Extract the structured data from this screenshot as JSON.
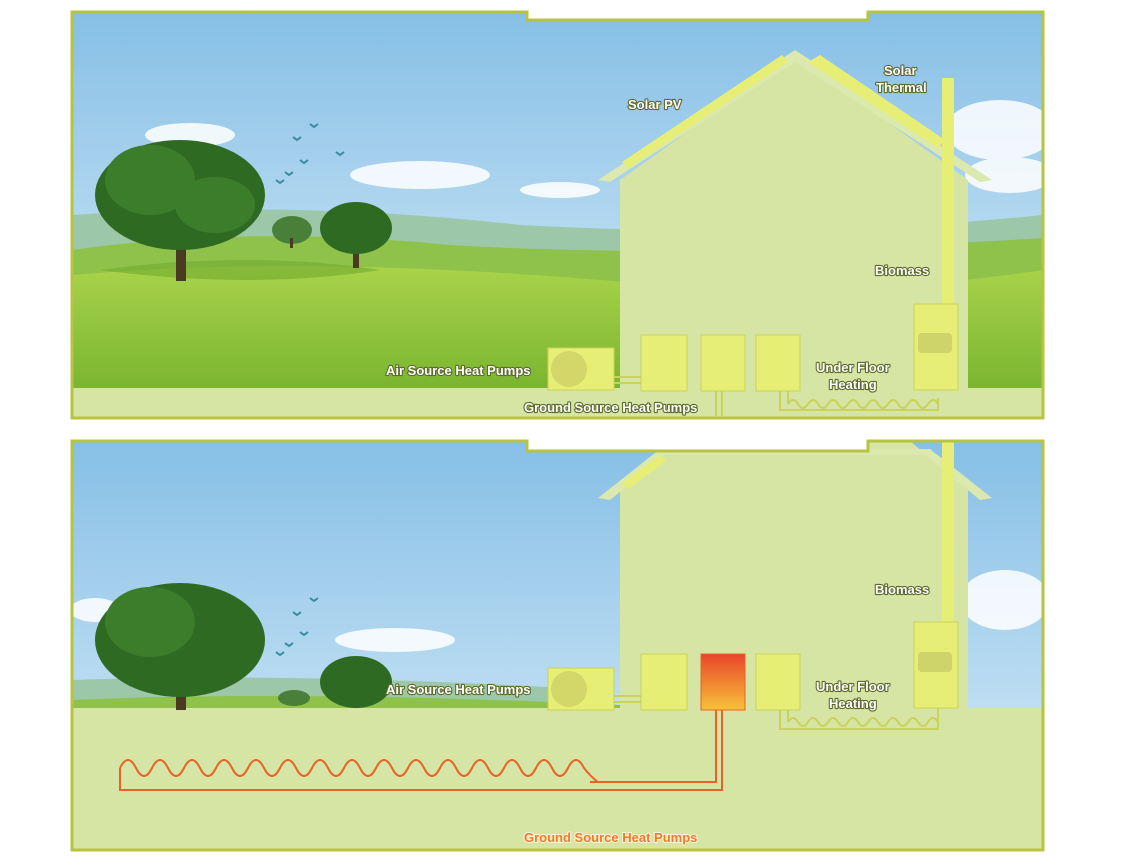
{
  "panels": [
    {
      "id": "top",
      "labels": {
        "solar_pv": "Solar PV",
        "solar_thermal_1": "Solar",
        "solar_thermal_2": "Thermal",
        "biomass": "Biomass",
        "air_source": "Air Source Heat Pumps",
        "ground_source": "Ground Source Heat Pumps",
        "underfloor_1": "Under Floor",
        "underfloor_2": "Heating"
      }
    },
    {
      "id": "bottom",
      "labels": {
        "biomass": "Biomass",
        "air_source": "Air Source Heat Pumps",
        "underfloor_1": "Under Floor",
        "underfloor_2": "Heating",
        "ground_source": "Ground Source Heat Pumps"
      }
    }
  ],
  "colors": {
    "frame": "#b7c440",
    "house": "#d7e5a4",
    "panel": "#e6ef8c",
    "ground_loop": "#e8632a",
    "sky_top": "#8fc3e6",
    "grass": "#8bc53f"
  }
}
